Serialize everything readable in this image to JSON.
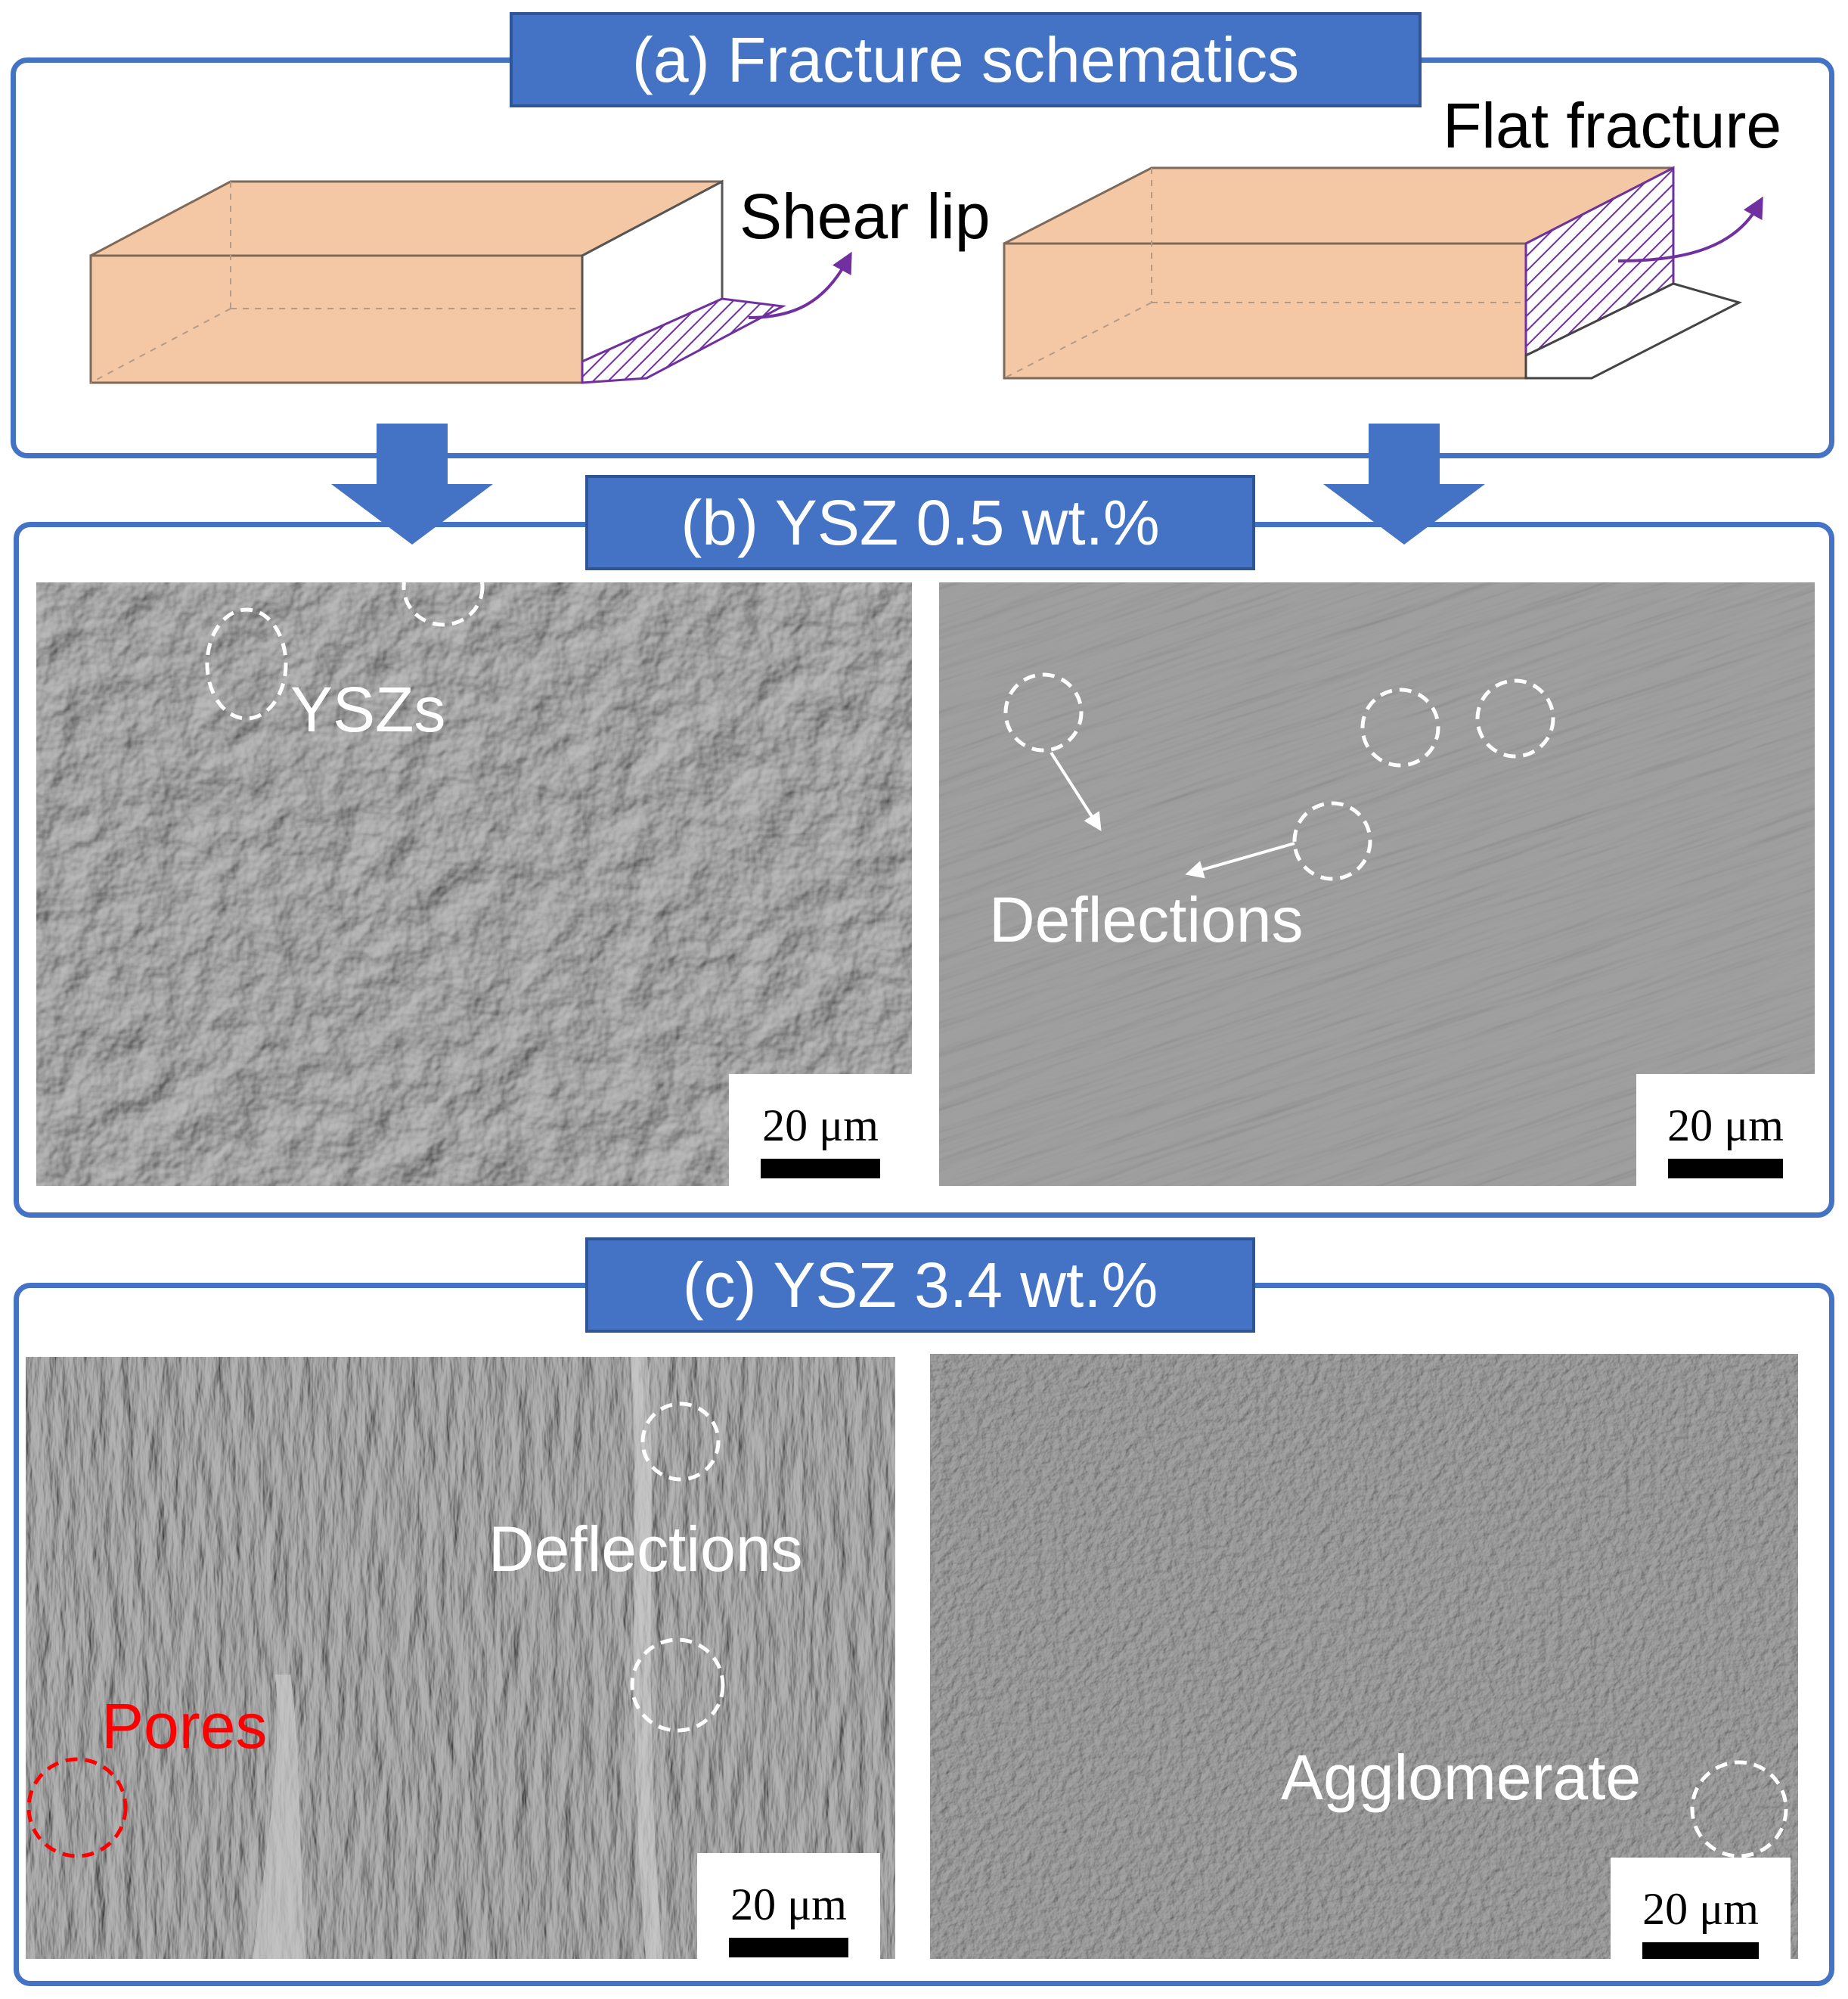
{
  "panel_a": {
    "title": "(a) Fracture schematics",
    "shear_lip_label": "Shear lip",
    "flat_fracture_label": "Flat fracture"
  },
  "panel_b": {
    "title": "(b) YSZ 0.5 wt.%",
    "left_image": {
      "annotation": "YSZs",
      "scale_bar": "20 μm"
    },
    "right_image": {
      "annotation": "Deflections",
      "scale_bar": "20 μm"
    }
  },
  "panel_c": {
    "title": "(c) YSZ 3.4 wt.%",
    "left_image": {
      "annotation_deflections": "Deflections",
      "annotation_pores": "Pores",
      "scale_bar": "20 μm"
    },
    "right_image": {
      "annotation": "Agglomerate",
      "scale_bar": "20 μm"
    }
  },
  "colors": {
    "frame_blue": "#4472c4",
    "specimen_fill": "#f4c8a5",
    "hatch_purple": "#7030a0",
    "arrow_purple": "#7030a0",
    "pores_red": "#ff0000"
  }
}
